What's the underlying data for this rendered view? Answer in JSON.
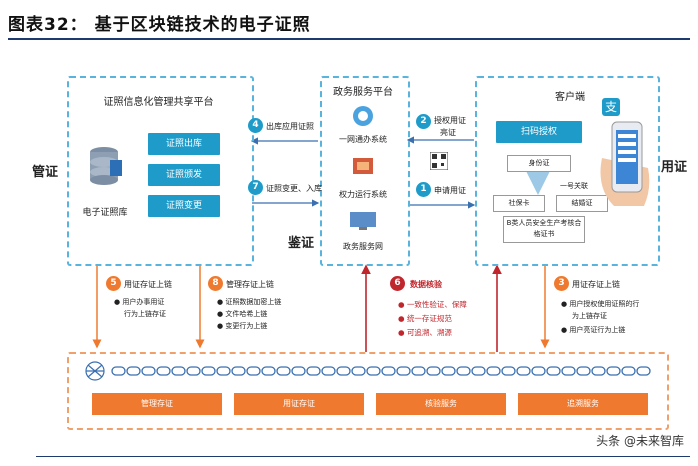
{
  "title": "图表32：  基于区块链技术的电子证照",
  "watermark": "头条 @未来智库",
  "left_panel": {
    "title": "证照信息化管理共享平台",
    "db_label": "电子证照库",
    "buttons": [
      "证照出库",
      "证照颁发",
      "证照变更"
    ]
  },
  "center_panel": {
    "title": "政务服务平台",
    "systems": [
      "一网通办系统",
      "权力运行系统",
      "政务服务网"
    ]
  },
  "right_panel": {
    "title": "客户端",
    "scan_button": "扫码授权",
    "id_card": "身份证",
    "one_code": "一号关联",
    "cards": [
      "社保卡",
      "结婚证"
    ],
    "cert": "B类人员安全生产考核合格证书"
  },
  "side_labels": {
    "manage": "管证",
    "use": "用证",
    "verify": "鉴证"
  },
  "steps": {
    "s1": {
      "num": "1",
      "text": "申请用证"
    },
    "s2": {
      "num": "2",
      "line1": "授权用证",
      "line2": "亮证"
    },
    "s3": {
      "num": "3",
      "text": "用证存证上链",
      "bullets": [
        "用户授权使用证照的行",
        "为上链存证",
        "用户亮证行为上链"
      ]
    },
    "s4": {
      "num": "4",
      "text": "出库应用证照"
    },
    "s5": {
      "num": "5",
      "text": "用证存证上链",
      "bullets": [
        "用户办事用证",
        "行为上链存证"
      ]
    },
    "s6": {
      "num": "6",
      "text": "数据核验",
      "bullets": [
        "一致性验证、保障",
        "统一存证规范",
        "可追溯、溯源"
      ]
    },
    "s7": {
      "num": "7",
      "text": "证照变更、入库"
    },
    "s8": {
      "num": "8",
      "text": "管理存证上链",
      "bullets": [
        "证照数据加密上链",
        "文件哈希上链",
        "变更行为上链"
      ]
    }
  },
  "chain_buttons": [
    "管理存证",
    "用证存证",
    "核验服务",
    "追溯服务"
  ],
  "colors": {
    "blue": "#1e9bc9",
    "orange": "#ef7a2f",
    "red": "#c0272d",
    "dash": "#58b4dd"
  }
}
